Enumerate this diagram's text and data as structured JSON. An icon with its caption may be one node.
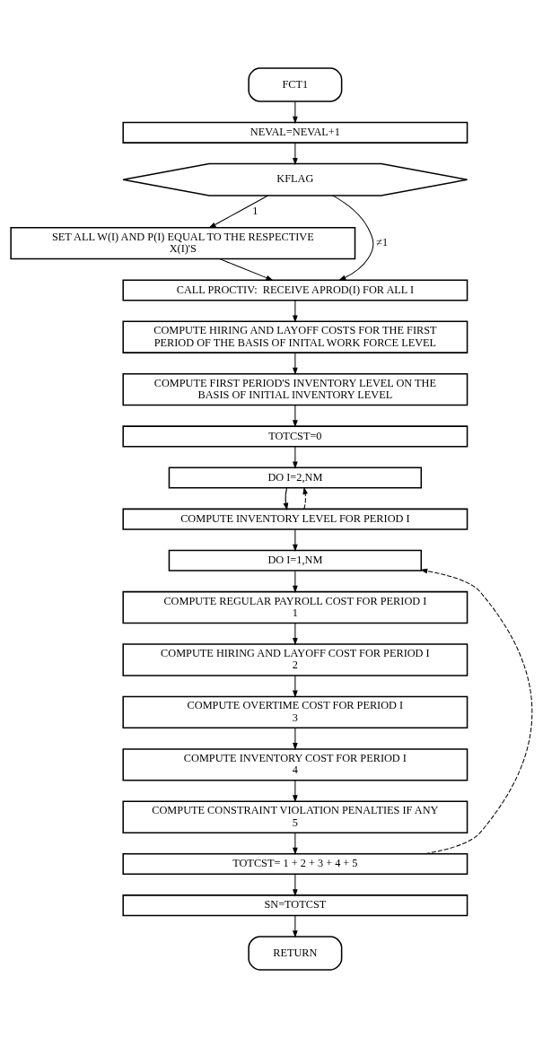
{
  "diagram": {
    "nodes": [
      {
        "text": [
          "FCT1"
        ]
      },
      {
        "text": [
          "NEVAL=NEVAL+1"
        ]
      },
      {
        "text": [
          "KFLAG"
        ]
      },
      {
        "text": [
          "SET ALL W(I) AND P(I) EQUAL TO THE RESPECTIVE X(I)'S"
        ]
      },
      {
        "text": [
          "CALL PROCTIV:  RECEIVE APROD(I) FOR ALL I"
        ]
      },
      {
        "text": [
          "COMPUTE HIRING AND LAYOFF COSTS FOR THE FIRST PERIOD OF THE BASIS OF INITAL WORK FORCE LEVEL"
        ]
      },
      {
        "text": [
          "COMPUTE FIRST PERIOD'S INVENTORY LEVEL ON THE BASIS OF INITIAL INVENTORY LEVEL"
        ]
      },
      {
        "text": [
          "TOTCST=0"
        ]
      },
      {
        "text": [
          "DO I=2,NM"
        ]
      },
      {
        "text": [
          "COMPUTE INVENTORY LEVEL FOR PERIOD I"
        ]
      },
      {
        "text": [
          "DO I=1,NM"
        ]
      },
      {
        "text": [
          "COMPUTE REGULAR PAYROLL COST FOR PERIOD I",
          "1"
        ]
      },
      {
        "text": [
          "COMPUTE HIRING AND LAYOFF COST FOR PERIOD I",
          "2"
        ]
      },
      {
        "text": [
          "COMPUTE OVERTIME COST FOR PERIOD I",
          "3"
        ]
      },
      {
        "text": [
          "COMPUTE INVENTORY COST FOR PERIOD I",
          "4"
        ]
      },
      {
        "text": [
          "COMPUTE CONSTRAINT VIOLATION PENALTIES IF ANY",
          "5"
        ]
      },
      {
        "text": [
          "TOTCST= 1 + 2 + 3 + 4 + 5"
        ]
      },
      {
        "text": [
          "SN=TOTCST"
        ]
      },
      {
        "text": [
          "RETURN"
        ]
      }
    ],
    "edges": [
      {
        "from": 0,
        "to": 1,
        "arrow": "to"
      },
      {
        "from": 1,
        "to": 2,
        "arrow": "to"
      },
      {
        "from": 2,
        "to": 3,
        "arrow": "to",
        "label": "1"
      },
      {
        "from": 2,
        "to": 4,
        "arrow": "to",
        "label": "≠1"
      },
      {
        "from": 3,
        "to": 4,
        "arrow": "to"
      },
      {
        "from": 4,
        "to": 5,
        "arrow": "to"
      },
      {
        "from": 5,
        "to": 6,
        "arrow": "to"
      },
      {
        "from": 6,
        "to": 7,
        "arrow": "to"
      },
      {
        "from": 7,
        "to": 8,
        "arrow": "to"
      },
      {
        "from": 8,
        "to": 9,
        "arrow": "to"
      },
      {
        "from": 9,
        "to": 8,
        "arrow": "to",
        "style": "dashed"
      },
      {
        "from": 9,
        "to": 10,
        "arrow": "to"
      },
      {
        "from": 10,
        "to": 11,
        "arrow": "to"
      },
      {
        "from": 11,
        "to": 12,
        "arrow": "to"
      },
      {
        "from": 12,
        "to": 13,
        "arrow": "to"
      },
      {
        "from": 13,
        "to": 14,
        "arrow": "to"
      },
      {
        "from": 14,
        "to": 15,
        "arrow": "to"
      },
      {
        "from": 15,
        "to": 16,
        "arrow": "to"
      },
      {
        "from": 16,
        "to": 10,
        "arrow": "to",
        "style": "dashed"
      },
      {
        "from": 16,
        "to": 17,
        "arrow": "to"
      },
      {
        "from": 17,
        "to": 18,
        "arrow": "to"
      }
    ]
  }
}
